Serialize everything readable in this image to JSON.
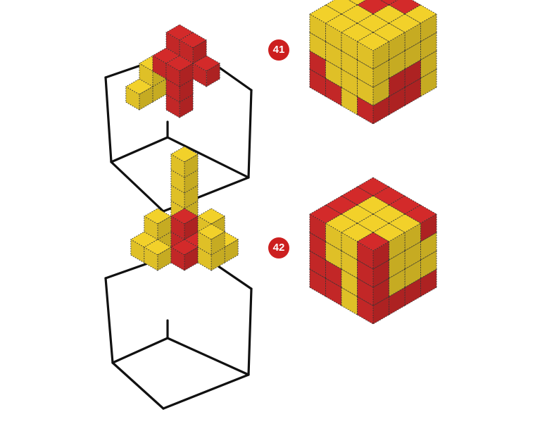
{
  "puzzles": [
    {
      "number": "41",
      "left_panel": "frame-with-pieces",
      "right_panel": "assembled-cube"
    },
    {
      "number": "42",
      "left_panel": "frame-with-pieces",
      "right_panel": "assembled-cube"
    }
  ],
  "colors": {
    "yellow": "#f2d12a",
    "red": "#d32a2a",
    "badge": "#cc1f1f",
    "outline": "#111111"
  }
}
